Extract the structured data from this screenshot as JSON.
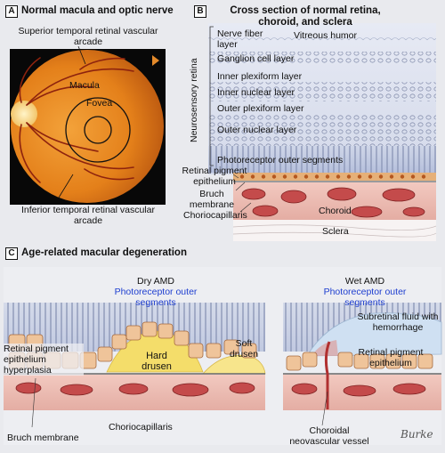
{
  "panelA": {
    "badge": "A",
    "title": "Normal macula and optic nerve",
    "labels": {
      "superior": "Superior temporal retinal vascular arcade",
      "macula": "Macula",
      "fovea": "Fovea",
      "inferior": "Inferior temporal retinal vascular arcade"
    }
  },
  "panelB": {
    "badge": "B",
    "title": "Cross section of normal retina, choroid, and sclera",
    "side_label": "Neurosensory retina",
    "layers": [
      "Nerve fiber layer",
      "Vitreous humor",
      "Ganglion cell layer",
      "Inner plexiform layer",
      "Inner nuclear layer",
      "Outer plexiform layer",
      "Outer nuclear layer",
      "Photoreceptor outer segments"
    ],
    "lower_labels": [
      "Retinal pigment epithelium",
      "Bruch membrane",
      "Choriocapillaris",
      "Choroid",
      "Sclera"
    ]
  },
  "panelC": {
    "badge": "C",
    "title": "Age-related macular degeneration",
    "dry": {
      "title": "Dry AMD",
      "photoreceptor": "Photoreceptor outer segments",
      "rpe": "Retinal pigment epithelium hyperplasia",
      "hard": "Hard drusen",
      "soft": "Soft drusen",
      "bruch": "Bruch membrane",
      "chorio": "Choriocapillaris"
    },
    "wet": {
      "title": "Wet AMD",
      "photoreceptor": "Photoreceptor outer segments",
      "subretinal": "Subretinal fluid with hemorrhage",
      "rpe": "Retinal pigment epithelium",
      "vessel": "Choroidal neovascular vessel"
    },
    "signature": "Burke"
  },
  "colors": {
    "fundus": "#e8831c",
    "choroid": "#e9b8ae",
    "vessel": "#c44b4b",
    "drusen": "#f4dd6a",
    "accent_blue": "#1f3fd0"
  }
}
